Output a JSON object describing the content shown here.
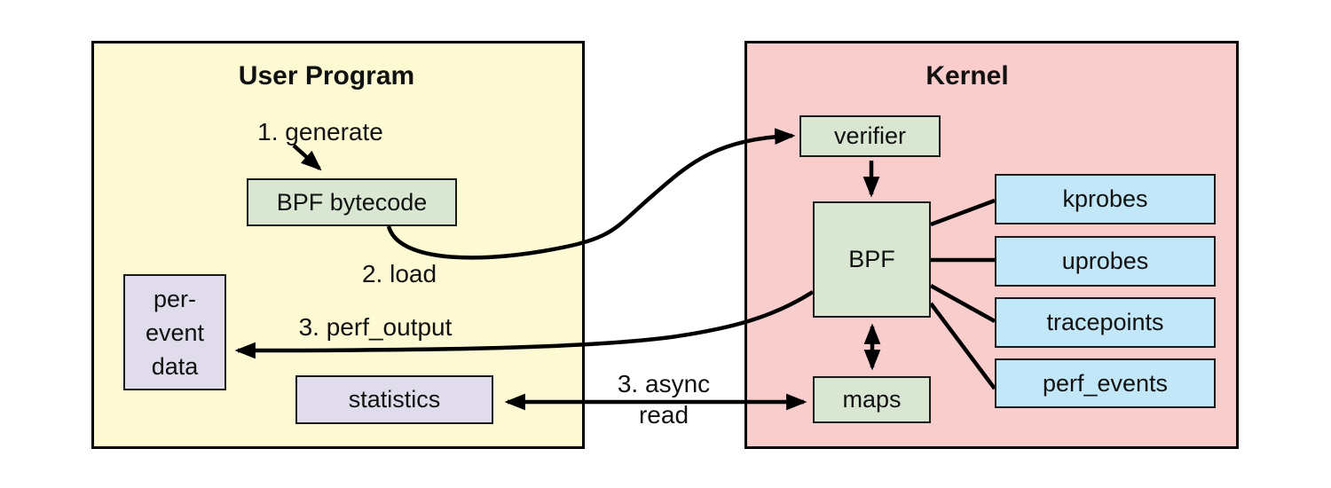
{
  "colors": {
    "user_program_fill": "#FCF9D3",
    "kernel_fill": "#F9CDCC",
    "green_fill": "#D9E7D2",
    "blue_fill": "#C1E7F8",
    "lavender_fill": "#E0DCEC",
    "line_color": "#000000",
    "box_border": "#1A1A1A",
    "text_color": "#111111"
  },
  "user_program": {
    "title": "User Program",
    "bpf_bytecode_label": "BPF bytecode",
    "per_event_data_lines": [
      "per-",
      "event",
      "data"
    ],
    "statistics_label": "statistics"
  },
  "kernel": {
    "title": "Kernel",
    "verifier_label": "verifier",
    "bpf_label": "BPF",
    "maps_label": "maps",
    "event_sources": [
      "kprobes",
      "uprobes",
      "tracepoints",
      "perf_events"
    ]
  },
  "edge_labels": {
    "step1_generate": "1. generate",
    "step2_load": "2. load",
    "step3_perf_output": "3. perf_output",
    "step3_async_read_lines": [
      "3. async",
      "read"
    ]
  }
}
